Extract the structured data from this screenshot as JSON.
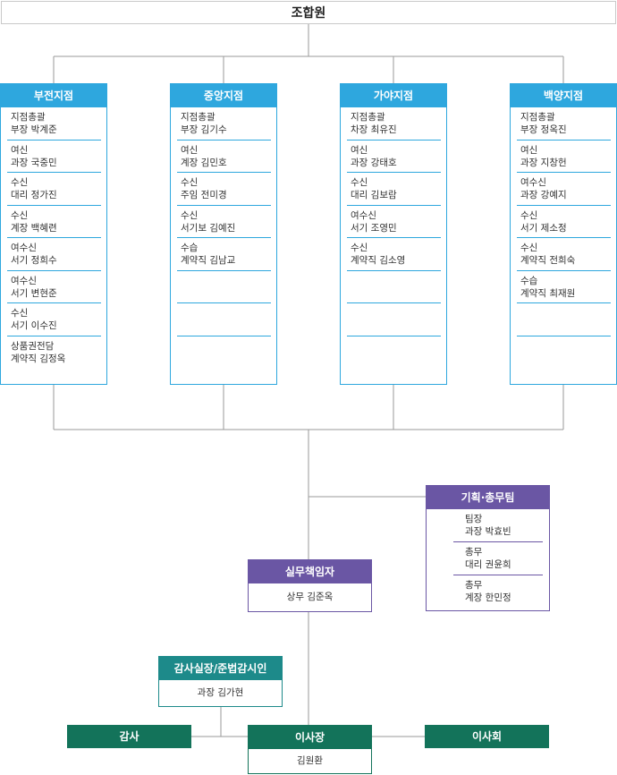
{
  "top": {
    "title": "조합원"
  },
  "branches": [
    {
      "name": "부전지점",
      "entries": [
        [
          "지점총괄",
          "부장 박계준"
        ],
        [
          "여신",
          "과장 국중민"
        ],
        [
          "수신",
          "대리 정가진"
        ],
        [
          "수신",
          "계장 백혜련"
        ],
        [
          "여수신",
          "서기 정희수"
        ],
        [
          "여수신",
          "서기 변현준"
        ],
        [
          "수신",
          "서기 이수진"
        ],
        [
          "상품권전담",
          "계약직 김정옥"
        ]
      ]
    },
    {
      "name": "중앙지점",
      "entries": [
        [
          "지점총괄",
          "부장 김기수"
        ],
        [
          "여신",
          "계장 김민호"
        ],
        [
          "수신",
          "주임 전미경"
        ],
        [
          "수신",
          "서기보 김예진"
        ],
        [
          "수습",
          "계약직 김남교"
        ],
        [
          "",
          ""
        ],
        [
          "",
          ""
        ]
      ]
    },
    {
      "name": "가야지점",
      "entries": [
        [
          "지점총괄",
          "차장 최유진"
        ],
        [
          "여신",
          "과장 강태호"
        ],
        [
          "수신",
          "대리 김보람"
        ],
        [
          "여수신",
          "서기 조영민"
        ],
        [
          "수신",
          "계약직 김소영"
        ],
        [
          "",
          ""
        ],
        [
          "",
          ""
        ]
      ]
    },
    {
      "name": "백양지점",
      "entries": [
        [
          "지점총괄",
          "부장 정옥진"
        ],
        [
          "여신",
          "과장 지창헌"
        ],
        [
          "여수신",
          "과장 강예지"
        ],
        [
          "수신",
          "서기 제소정"
        ],
        [
          "수신",
          "계약직 전희숙"
        ],
        [
          "수습",
          "계약직 최재원"
        ],
        [
          "",
          ""
        ]
      ]
    }
  ],
  "planning": {
    "title": "기획·총무팀",
    "entries": [
      [
        "팀장",
        "과장 박효빈"
      ],
      [
        "총무",
        "대리 권윤희"
      ],
      [
        "총무",
        "계장 한민정"
      ]
    ]
  },
  "officer": {
    "title": "실무책임자",
    "person": "상무 김준옥"
  },
  "audit_office": {
    "title": "감사실장/준법감시인",
    "person": "과장 김가현"
  },
  "audit": {
    "title": "감사"
  },
  "chairman": {
    "title": "이사장",
    "person": "김원환"
  },
  "board": {
    "title": "이사회"
  },
  "colors": {
    "branch": "#2ea7de",
    "purple": "#6a56a4",
    "teal": "#1d8a8a",
    "green": "#13735a"
  }
}
